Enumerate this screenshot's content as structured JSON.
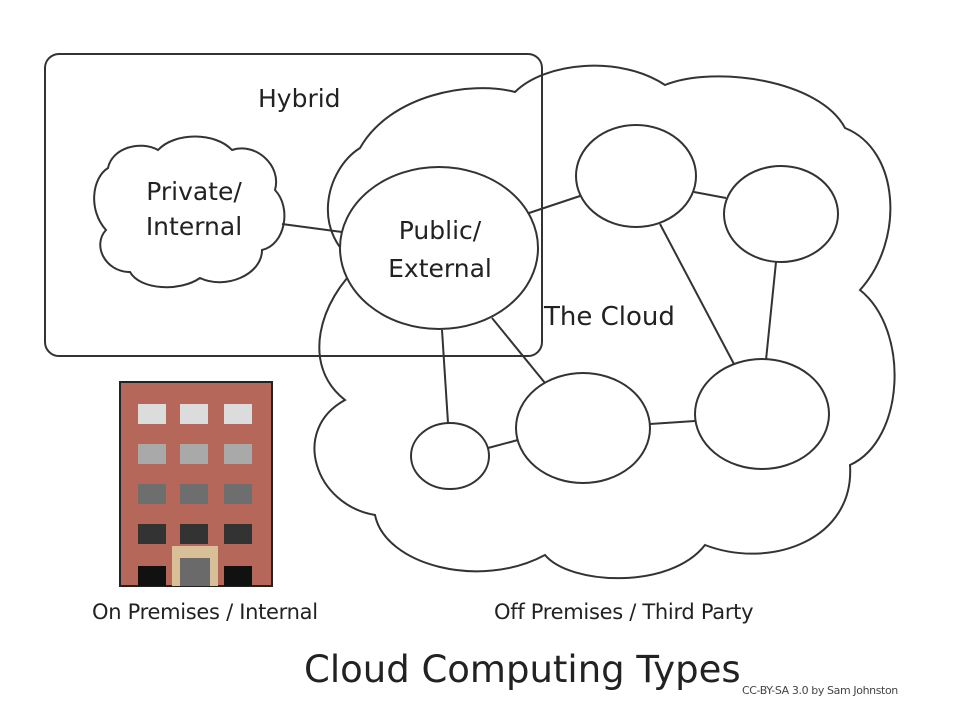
{
  "labels": {
    "hybrid": "Hybrid",
    "private_line1": "Private/",
    "private_line2": "Internal",
    "public_line1": "Public/",
    "public_line2": "External",
    "the_cloud": "The Cloud",
    "on_premises": "On Premises / Internal",
    "off_premises": "Off Premises / Third Party"
  },
  "title": "Cloud Computing Types",
  "credit": "CC-BY-SA 3.0 by Sam Johnston",
  "colors": {
    "stroke": "#333333",
    "building_brick": "#b5675a",
    "building_door": "#d8bf98"
  },
  "icons": [
    "building-icon",
    "cloud-shape",
    "private-cloud-shape"
  ]
}
